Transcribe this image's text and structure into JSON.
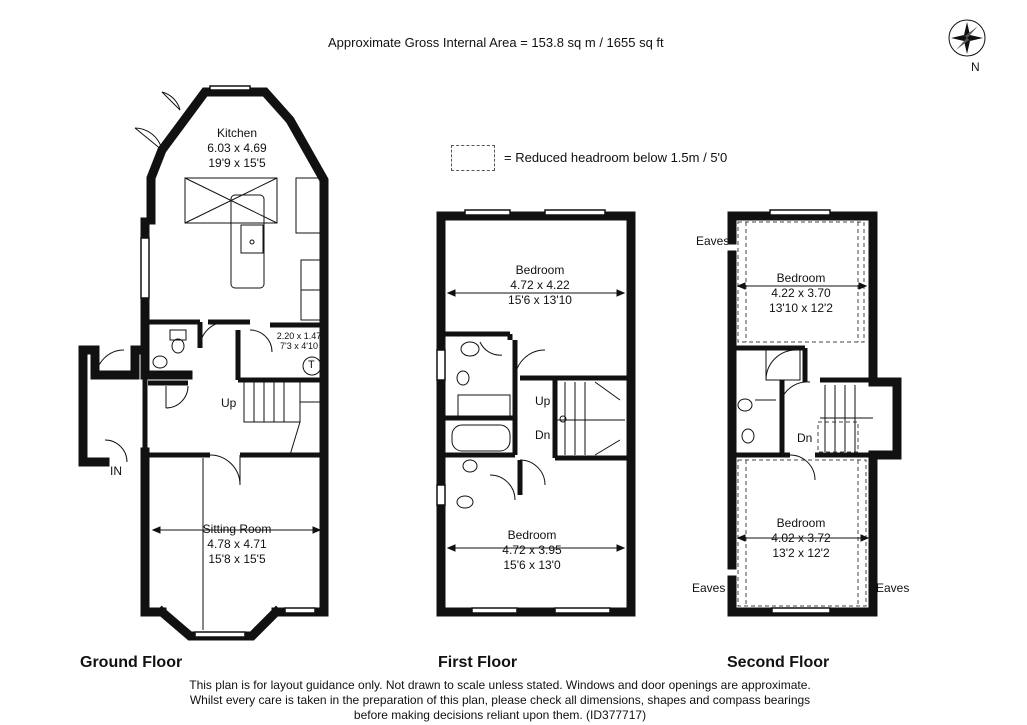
{
  "header": {
    "area": "Approximate Gross Internal Area = 153.8 sq m / 1655 sq ft"
  },
  "legend": {
    "text": "= Reduced headroom below 1.5m / 5'0"
  },
  "compass": {
    "label": "N",
    "icon": "compass-rose-icon"
  },
  "rooms": {
    "kitchen": {
      "name": "Kitchen",
      "metric": "6.03 x 4.69",
      "imperial": "19'9 x 15'5"
    },
    "store": {
      "metric": "2.20 x 1.47",
      "imperial": "7'3 x 4'10"
    },
    "sitting": {
      "name": "Sitting Room",
      "metric": "4.78 x 4.71",
      "imperial": "15'8 x 15'5"
    },
    "ff_bed1": {
      "name": "Bedroom",
      "metric": "4.72 x 4.22",
      "imperial": "15'6 x 13'10"
    },
    "ff_bed2": {
      "name": "Bedroom",
      "metric": "4.72 x 3.95",
      "imperial": "15'6 x 13'0"
    },
    "sf_bed1": {
      "name": "Bedroom",
      "metric": "4.22 x 3.70",
      "imperial": "13'10 x 12'2"
    },
    "sf_bed2": {
      "name": "Bedroom",
      "metric": "4.02 x 3.72",
      "imperial": "13'2 x 12'2"
    }
  },
  "labels": {
    "up": "Up",
    "dn": "Dn",
    "in": "IN",
    "tank": "T",
    "eaves": "Eaves"
  },
  "floors": {
    "ground": "Ground Floor",
    "first": "First Floor",
    "second": "Second Floor"
  },
  "disclaimer": {
    "line1": "This plan is for layout guidance only. Not drawn to scale unless stated. Windows and door openings are approximate.",
    "line2": "Whilst every care is taken in the preparation of this plan, please check all dimensions, shapes and compass bearings",
    "line3": "before making decisions reliant upon them. (ID377717)"
  }
}
